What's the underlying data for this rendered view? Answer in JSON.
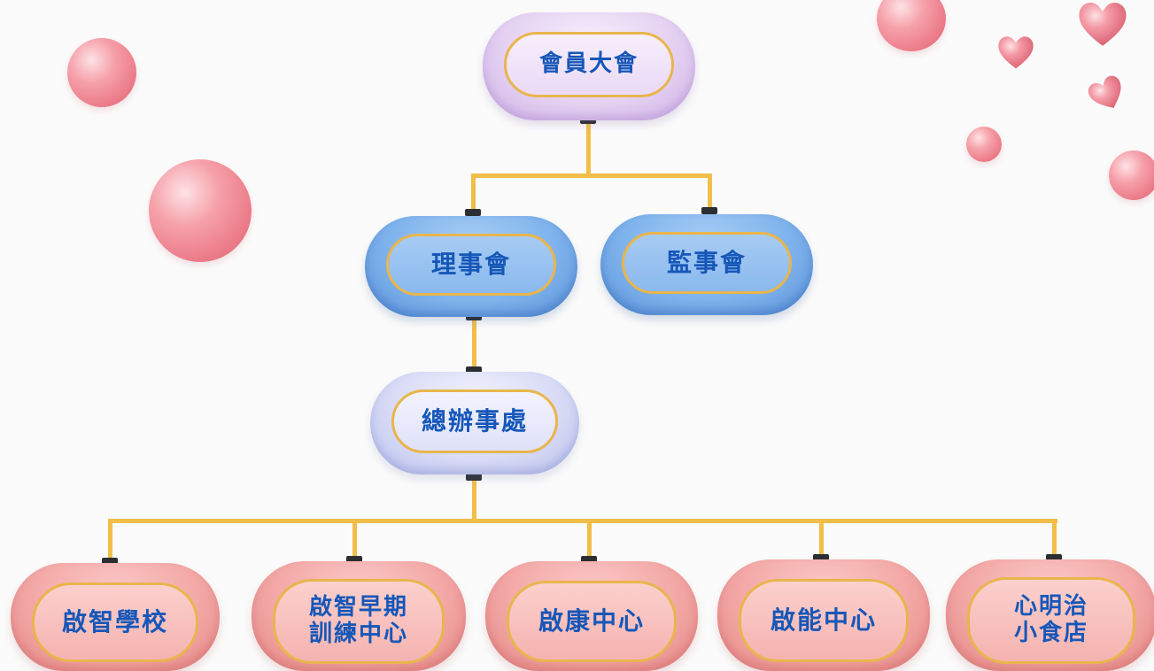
{
  "diagram": {
    "nodes": {
      "general_assembly": "會員大會",
      "board_of_directors": "理事會",
      "board_of_supervisors": "監事會",
      "general_office": "總辦事處",
      "school": "啟智學校",
      "early_training": "啟智早期\n訓練中心",
      "kang_center": "啟康中心",
      "neng_center": "啟能中心",
      "cafe": "心明治\n小食店"
    }
  },
  "colors": {
    "connector": "#f2be4a",
    "text": "#1657b8",
    "node_border": "#e9b54c",
    "port": "#2b2f33"
  },
  "decorations": [
    "pink-bubble",
    "pink-heart"
  ]
}
